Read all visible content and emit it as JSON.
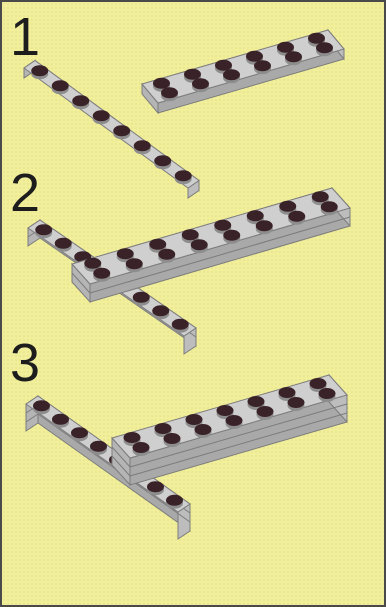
{
  "steps": [
    {
      "number": "1"
    },
    {
      "number": "2"
    },
    {
      "number": "3"
    }
  ],
  "colors": {
    "background": "#f2ef9a",
    "plate_top": "#cfcfcf",
    "plate_side": "#a9a9a9",
    "plate_edge": "#7c7c7c",
    "stud": "#3a2328",
    "border": "#4a4a4a"
  }
}
